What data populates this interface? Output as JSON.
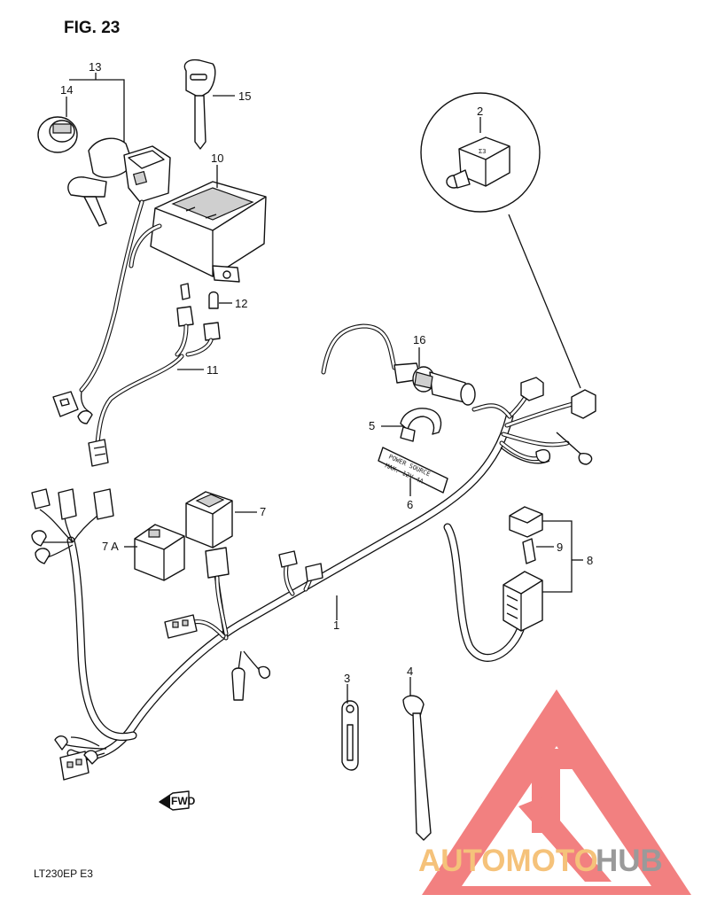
{
  "figure": {
    "title": "FIG. 23",
    "model_code": "LT230EP  E3"
  },
  "callouts": [
    {
      "id": "1",
      "label": "1"
    },
    {
      "id": "2",
      "label": "2"
    },
    {
      "id": "3",
      "label": "3"
    },
    {
      "id": "4",
      "label": "4"
    },
    {
      "id": "5",
      "label": "5"
    },
    {
      "id": "6",
      "label": "6"
    },
    {
      "id": "7",
      "label": "7"
    },
    {
      "id": "7A",
      "label": "7 A"
    },
    {
      "id": "8",
      "label": "8"
    },
    {
      "id": "9",
      "label": "9"
    },
    {
      "id": "10",
      "label": "10"
    },
    {
      "id": "11",
      "label": "11"
    },
    {
      "id": "12",
      "label": "12"
    },
    {
      "id": "13",
      "label": "13"
    },
    {
      "id": "14",
      "label": "14"
    },
    {
      "id": "15",
      "label": "15"
    },
    {
      "id": "16",
      "label": "16"
    }
  ],
  "plate": {
    "line1": "POWER  SOURCE",
    "line2": "MAX.  12V  4A"
  },
  "direction_arrow": {
    "label": "FWD"
  },
  "watermark": {
    "part_a": "AUTOMOTO",
    "part_b": "HUB",
    "color_a": "#f5c27a",
    "color_b": "#9a9a9a",
    "logo_color": "#f06a6a"
  }
}
